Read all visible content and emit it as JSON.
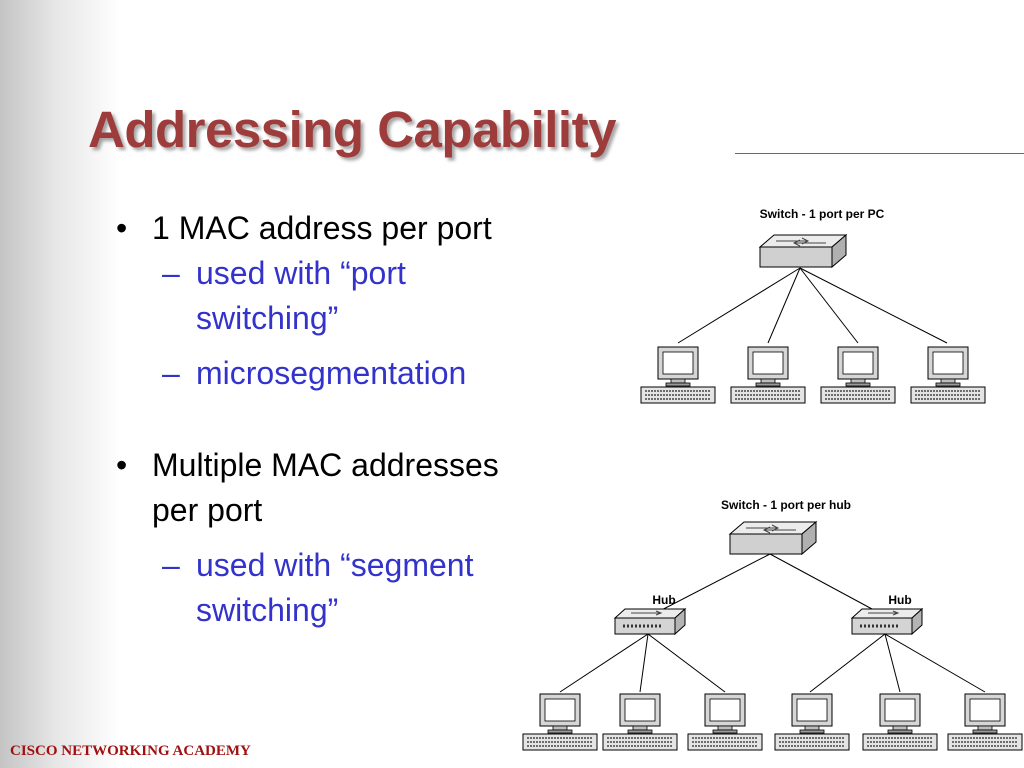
{
  "title": "Addressing Capability",
  "bullets": [
    {
      "text": "1 MAC address per port",
      "subs": [
        "used with “port",
        "switching”",
        "microsegmentation"
      ]
    },
    {
      "text_lines": [
        "Multiple MAC addresses",
        "per port"
      ],
      "subs": [
        "used with “segment",
        "switching”"
      ]
    }
  ],
  "bullet_symbol": "•",
  "dash_symbol": "–",
  "diagram1": {
    "label": "Switch - 1 port per PC",
    "device": "switch",
    "pc_count": 4
  },
  "diagram2": {
    "label": "Switch - 1 port per hub",
    "device": "switch",
    "hubs": [
      {
        "label": "Hub",
        "pc_count": 3
      },
      {
        "label": "Hub",
        "pc_count": 3
      }
    ]
  },
  "footer": "CISCO NETWORKING ACADEMY",
  "colors": {
    "title": "#9e3b3b",
    "sub_bullet": "#3333cc",
    "footer": "#a01010",
    "rule": "#2c7aa5"
  }
}
